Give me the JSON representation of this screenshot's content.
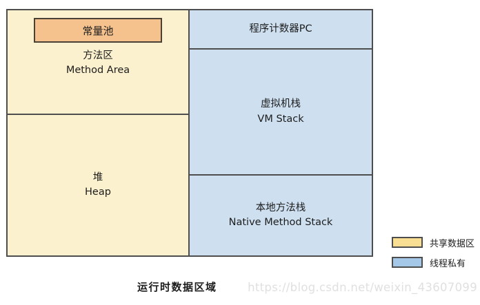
{
  "diagram": {
    "caption": "运行时数据区域",
    "watermark": "https://blog.csdn.net/weixin_43607099",
    "shared_region": {
      "constant_pool_label": "常量池",
      "method_area": {
        "zh": "方法区",
        "en": "Method Area"
      },
      "heap": {
        "zh": "堆",
        "en": "Heap"
      }
    },
    "private_region": {
      "program_counter_label": "程序计数器PC",
      "vm_stack": {
        "zh": "虚拟机栈",
        "en": "VM Stack"
      },
      "native_method_stack": {
        "zh": "本地方法栈",
        "en": "Native Method Stack"
      }
    },
    "legend": [
      {
        "label": "共享数据区",
        "swatch_color": "#F8DF94"
      },
      {
        "label": "线程私有",
        "swatch_color": "#A5C8E9"
      }
    ],
    "colors": {
      "shared_fill": "#FCF1CE",
      "constant_pool_fill": "#F5C28E",
      "private_fill": "#CEE0F0",
      "legend_shared_fill": "#F8DF94",
      "legend_private_fill": "#A5C8E9",
      "border": "#4D4D4D",
      "watermark_text": "#E0E0E0"
    }
  }
}
